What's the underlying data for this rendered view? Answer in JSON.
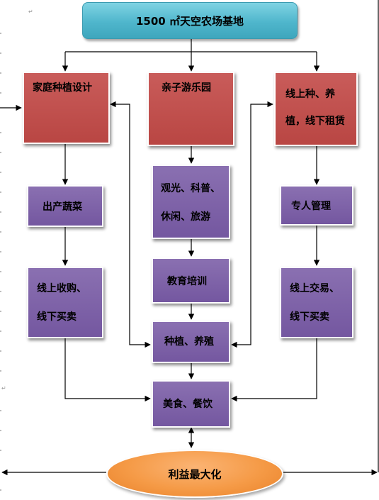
{
  "title": "1500 ㎡天空农场基地",
  "boxes": {
    "home_planting_design": "家庭种植设计",
    "parent_child_park": "亲子游乐园",
    "online_farming_line1": "线上种、养",
    "online_farming_line2": "植，线下租赁",
    "produce_vegetables": "出产蔬菜",
    "sightseeing_line1": "观光、科普、",
    "sightseeing_line2": "休闲、旅游",
    "dedicated_management": "专人管理",
    "education_training": "教育培训",
    "online_purchase_line1": "线上收购、",
    "online_purchase_line2": "线下买卖",
    "online_trade_line1": "线上交易、",
    "online_trade_line2": "线下买卖",
    "planting_breeding": "种植、养殖",
    "food_dining": "美食、餐饮"
  },
  "goal": "利益最大化",
  "colors": {
    "title_fill": "#4fb6cc",
    "red_box": "#c0504d",
    "purple_box": "#8064a2",
    "goal_fill": "#f79646",
    "arrow": "#000000"
  }
}
